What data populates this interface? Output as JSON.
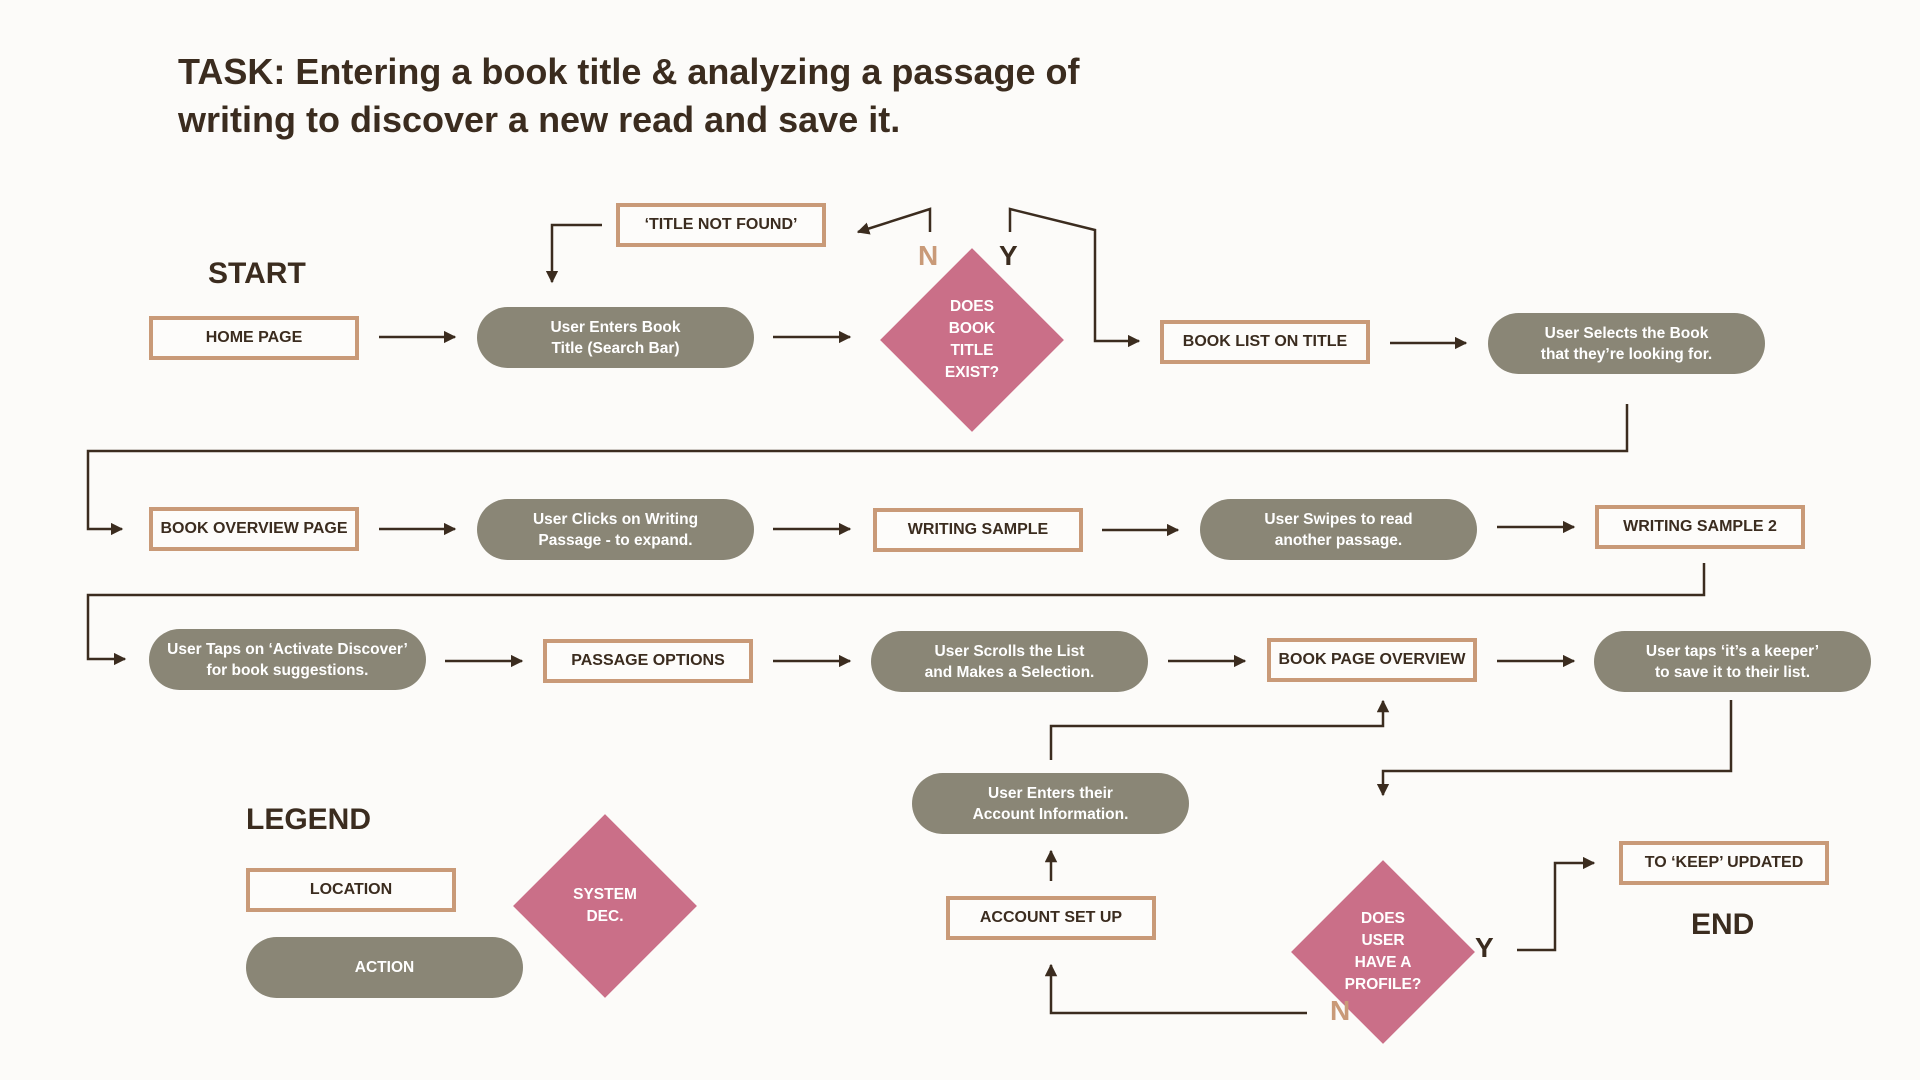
{
  "title": "TASK: Entering a book title & analyzing a passage of writing to discover a new read and save it.",
  "start_label": "START",
  "end_label": "END",
  "legend": {
    "heading": "LEGEND",
    "location": "LOCATION",
    "action": "ACTION",
    "decision": "SYSTEM\nDEC."
  },
  "nodes": {
    "home_page": "HOME PAGE",
    "enter_title": "User Enters Book\nTitle (Search Bar)",
    "title_not_found": "‘TITLE NOT FOUND’",
    "book_exists": "DOES\nBOOK\nTITLE\nEXIST?",
    "book_list": "BOOK LIST ON TITLE",
    "select_book": "User Selects the Book\nthat they’re looking for.",
    "book_overview": "BOOK OVERVIEW PAGE",
    "click_passage": "User Clicks on Writing\nPassage - to expand.",
    "writing_sample": "WRITING SAMPLE",
    "swipe_passage": "User Swipes to read\nanother passage.",
    "writing_sample_2": "WRITING SAMPLE 2",
    "activate_discover": "User Taps on ‘Activate Discover’\nfor book suggestions.",
    "passage_options": "PASSAGE OPTIONS",
    "scroll_list": "User Scrolls the List\nand Makes a Selection.",
    "book_page_overview": "BOOK PAGE OVERVIEW",
    "keeper": "User taps ‘it’s a keeper’\nto save it to their list.",
    "enter_account": "User Enters their\nAccount Information.",
    "account_setup": "ACCOUNT SET UP",
    "has_profile": "DOES\nUSER\nHAVE A\nPROFILE?",
    "keep_updated": "TO ‘KEEP’ UPDATED"
  },
  "branch_labels": {
    "exists_no": "N",
    "exists_yes": "Y",
    "profile_no": "N",
    "profile_yes": "Y"
  },
  "colors": {
    "location_border": "#c99a78",
    "action_fill": "#8a8676",
    "decision_fill": "#ca6f88",
    "text_dark": "#3b2c1f",
    "background": "#fcfbf9"
  }
}
